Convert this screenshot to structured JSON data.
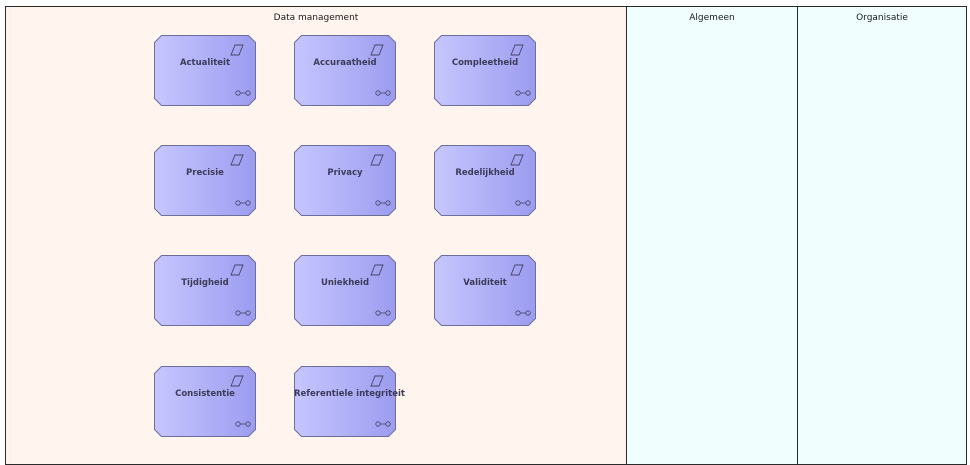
{
  "lanes": [
    {
      "id": "data-management",
      "title": "Data management"
    },
    {
      "id": "algemeen",
      "title": "Algemeen"
    },
    {
      "id": "organisatie",
      "title": "Organisatie"
    }
  ],
  "elements": [
    {
      "label": "Actualiteit",
      "icon": "representation-icon"
    },
    {
      "label": "Accuraatheid",
      "icon": "representation-icon"
    },
    {
      "label": "Compleetheid",
      "icon": "representation-icon"
    },
    {
      "label": "Precisie",
      "icon": "representation-icon"
    },
    {
      "label": "Privacy",
      "icon": "representation-icon"
    },
    {
      "label": "Redelijkheid",
      "icon": "representation-icon"
    },
    {
      "label": "Tijdigheid",
      "icon": "representation-icon"
    },
    {
      "label": "Uniekheid",
      "icon": "representation-icon"
    },
    {
      "label": "Validiteit",
      "icon": "representation-icon"
    },
    {
      "label": "Consistentie",
      "icon": "representation-icon"
    },
    {
      "label": "Referentiele integriteit",
      "icon": "representation-icon"
    }
  ],
  "colors": {
    "element_fill_light": "#c6c6ff",
    "element_fill_dark": "#9c9cf0",
    "element_border": "#6e6e9a",
    "lane_data_management": "#fff4ee",
    "lane_other": "#f0fffe"
  }
}
